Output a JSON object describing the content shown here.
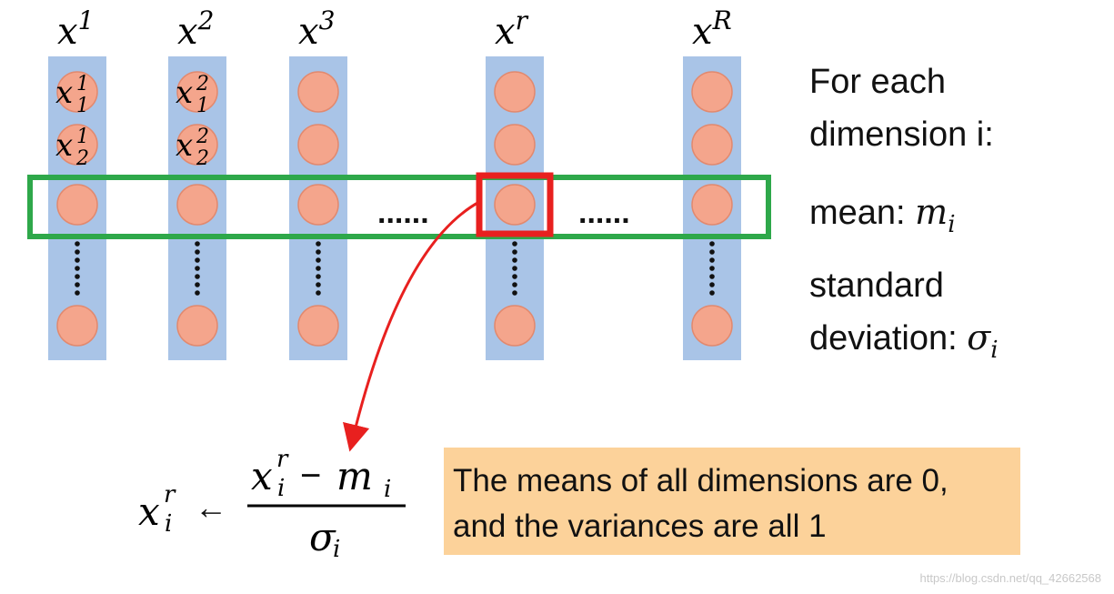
{
  "columns": [
    {
      "base": "x",
      "sup": "1",
      "labels": [
        {
          "sup": "1",
          "sub": "1"
        },
        {
          "sup": "1",
          "sub": "2"
        }
      ]
    },
    {
      "base": "x",
      "sup": "2",
      "labels": [
        {
          "sup": "2",
          "sub": "1"
        },
        {
          "sup": "2",
          "sub": "2"
        }
      ]
    },
    {
      "base": "x",
      "sup": "3",
      "labels": []
    },
    {
      "base": "x",
      "sup": "r",
      "labels": []
    },
    {
      "base": "x",
      "sup": "R",
      "labels": []
    }
  ],
  "ellipsis": "......",
  "vdots": "⋮",
  "description": {
    "line1": "For each",
    "line2": "dimension i:",
    "mean_label": "mean: ",
    "mean_symbol": "m",
    "mean_sub": "i",
    "std_line1": "standard",
    "std_line2": "deviation: ",
    "std_symbol": "σ",
    "std_sub": "i"
  },
  "formula": {
    "lhs_base": "x",
    "lhs_sup": "r",
    "lhs_sub": "i",
    "arrow": "←",
    "num_base": "x",
    "num_sup": "r",
    "num_sub": "i",
    "num_minus": "−",
    "num_m": "m",
    "num_m_sub": "i",
    "den": "σ",
    "den_sub": "i"
  },
  "note": {
    "line1": "The means of all dimensions are 0,",
    "line2": "and the variances are all 1"
  },
  "watermark": "https://blog.csdn.net/qq_42662568",
  "colors": {
    "column_fill": "#a9c4e7",
    "node_fill": "#f4a58c",
    "node_stroke": "#e2896e",
    "row_box": "#2ea84a",
    "highlight": "#e8201f",
    "arrow": "#e8201f",
    "note_bg": "#fcd29a"
  }
}
